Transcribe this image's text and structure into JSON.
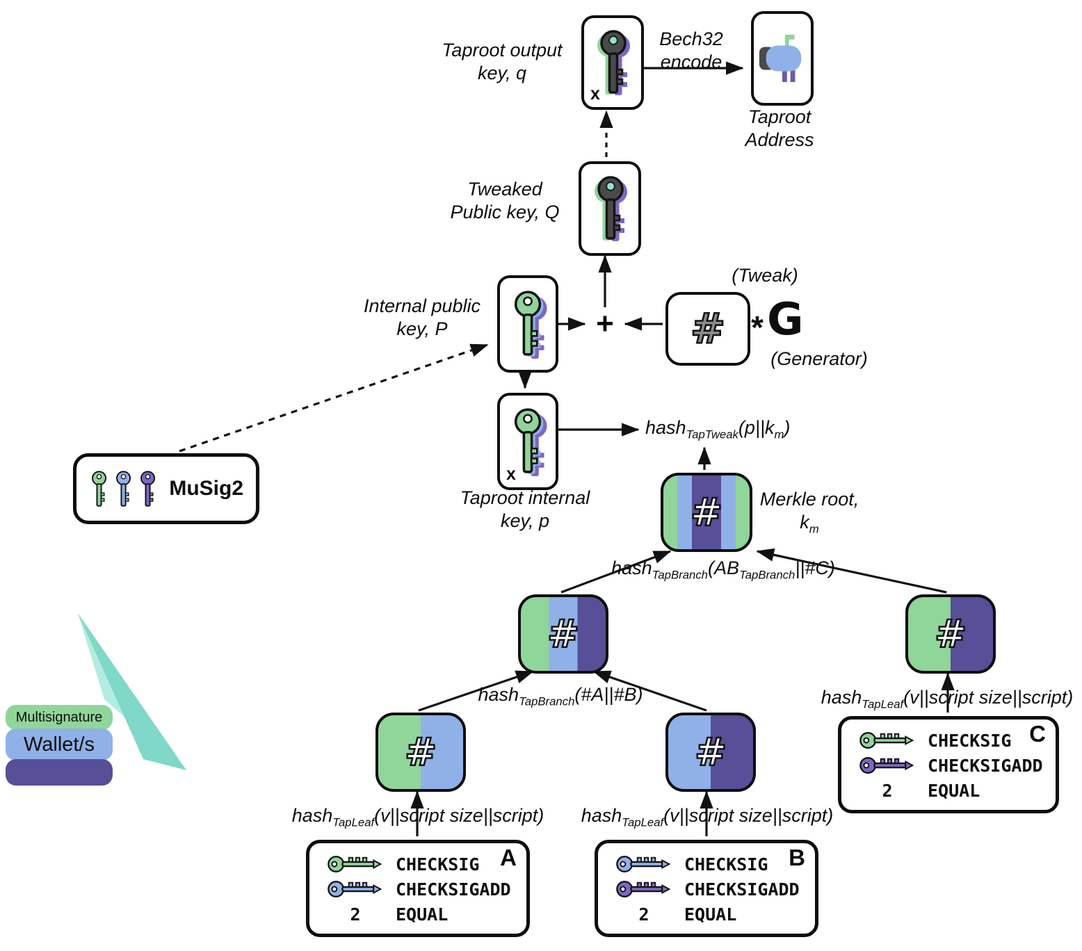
{
  "palette": {
    "green": "#90d59a",
    "blue": "#8fb1e8",
    "purple_key": "#7e66c4",
    "purple_node": "#574f97",
    "dark_key": "#4a4a4a",
    "teal": "#7fd8c8",
    "outline": "#0d0d0d"
  },
  "labels": {
    "taproot_output_key": {
      "line1": "Taproot output",
      "line2": "key, q"
    },
    "bech32": {
      "line1": "Bech32",
      "line2": "encode"
    },
    "taproot_address": {
      "line1": "Taproot",
      "line2": "Address"
    },
    "tweaked_public_key": {
      "line1": "Tweaked",
      "line2": "Public key, Q"
    },
    "internal_public_key": {
      "line1": "Internal public",
      "line2": "key, P"
    },
    "tweak": "(Tweak)",
    "generator": "(Generator)",
    "taproot_internal_key": {
      "line1": "Taproot internal",
      "line2": "key, p"
    },
    "merkle_root": {
      "line1": "Merkle root,",
      "k": "k",
      "sub": "m"
    }
  },
  "symbols": {
    "plus": "+",
    "asterisk": "*",
    "g": "G",
    "hash": "#",
    "x_mark": "x"
  },
  "musig2": {
    "label": "MuSig2"
  },
  "formulas": {
    "taptweak": {
      "p1": "hash",
      "s1": "TapTweak",
      "p2": "(p||k",
      "s2": "m",
      "p3": ")"
    },
    "tapbranch_root": {
      "p1": "hash",
      "s1": "TapBranch",
      "p2": "(AB",
      "s2": "TapBranch",
      "p3": "||#C)"
    },
    "tapbranch_ab": {
      "p1": "hash",
      "s1": "TapBranch",
      "p2": "(#A||#B)"
    },
    "tapleaf_a": {
      "p1": "hash",
      "s1": "TapLeaf",
      "p2": "(v||script size||script)"
    },
    "tapleaf_b": {
      "p1": "hash",
      "s1": "TapLeaf",
      "p2": "(v||script size||script)"
    },
    "tapleaf_c": {
      "p1": "hash",
      "s1": "TapLeaf",
      "p2": "(v||script size||script)"
    }
  },
  "scripts": {
    "a": {
      "letter": "A",
      "key1_color": "#90d59a",
      "key2_color": "#8fb1e8",
      "row1": "CHECKSIG",
      "row2": "CHECKSIGADD",
      "row3_num": "2",
      "row3": "EQUAL"
    },
    "b": {
      "letter": "B",
      "key1_color": "#8fb1e8",
      "key2_color": "#7e66c4",
      "row1": "CHECKSIG",
      "row2": "CHECKSIGADD",
      "row3_num": "2",
      "row3": "EQUAL"
    },
    "c": {
      "letter": "C",
      "key1_color": "#90d59a",
      "key2_color": "#7e66c4",
      "row1": "CHECKSIG",
      "row2": "CHECKSIGADD",
      "row3_num": "2",
      "row3": "EQUAL"
    }
  },
  "legend": {
    "line1": "Multisignature",
    "line2": "Wallet/s"
  }
}
